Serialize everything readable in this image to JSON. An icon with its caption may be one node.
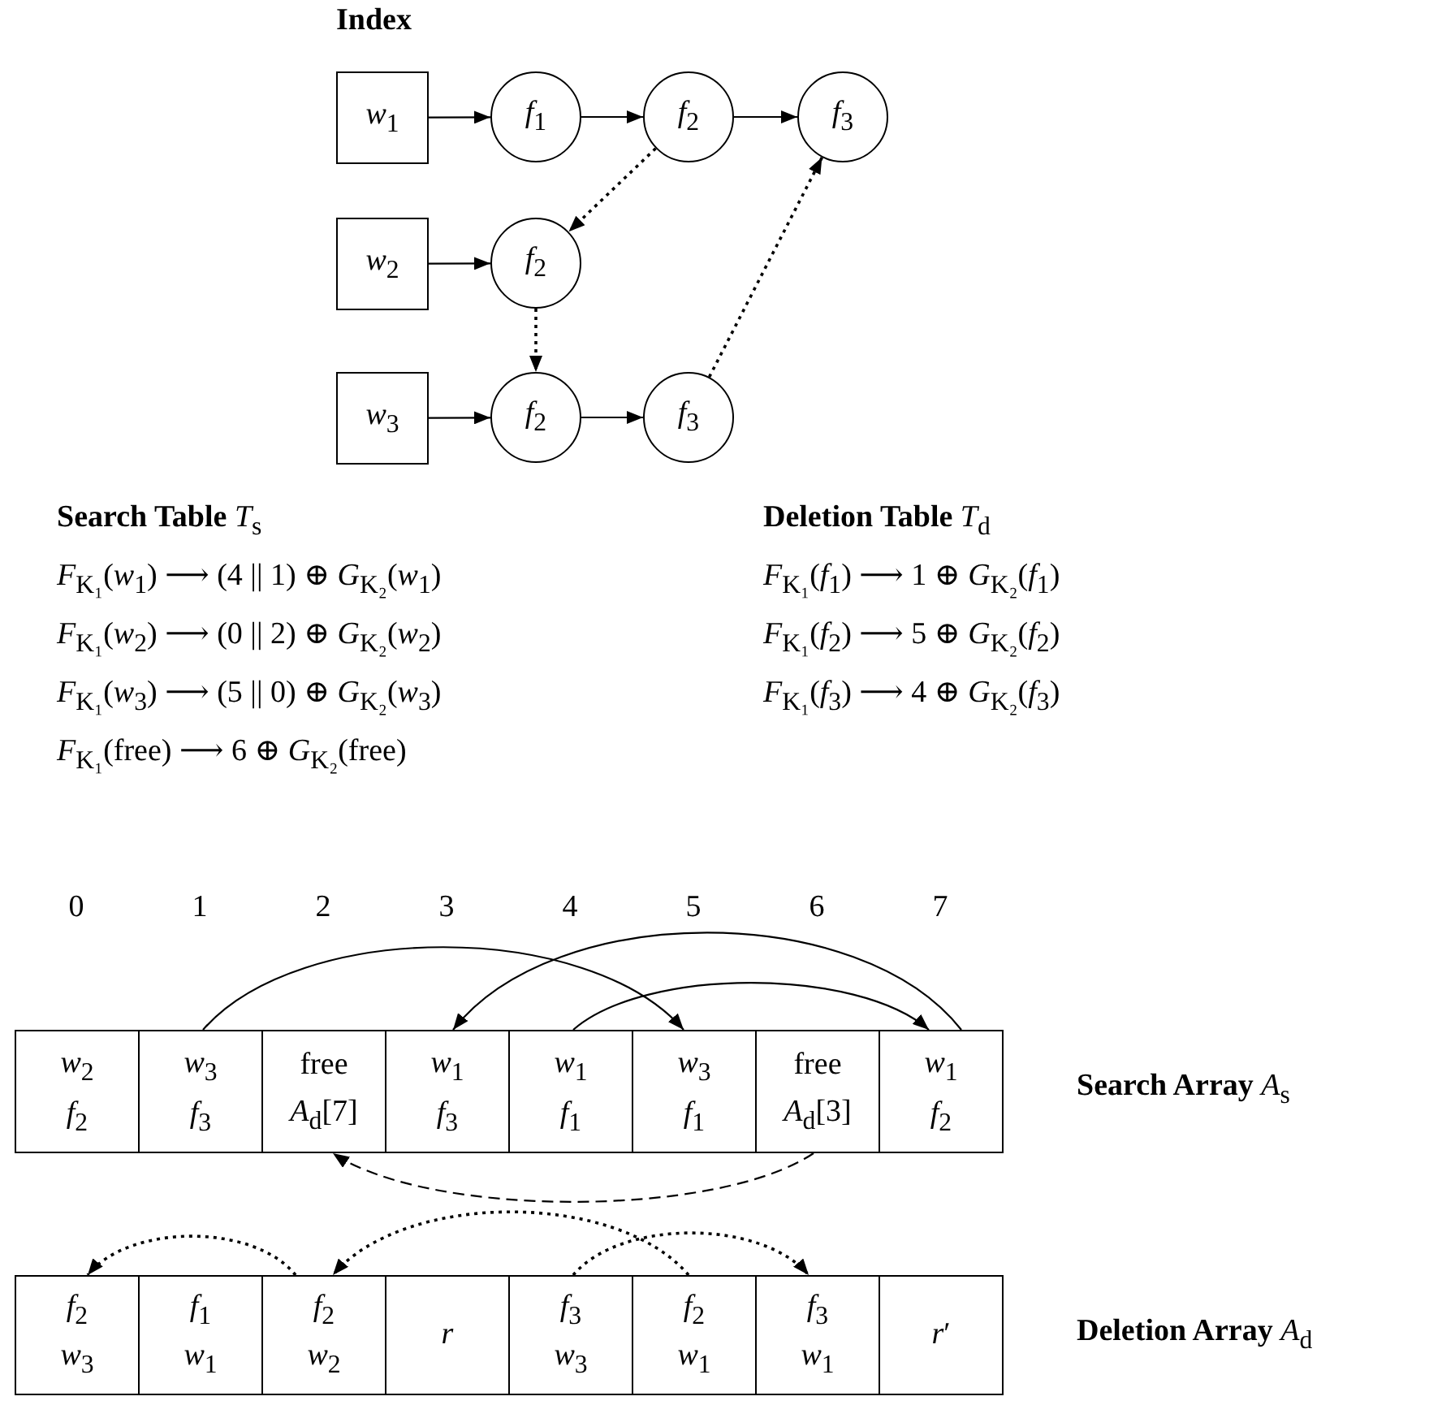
{
  "diagram": {
    "nodes": [
      {
        "text": [
          "*w*$_{1}$"
        ]
      },
      {
        "text": [
          "*f*$_{1}$"
        ]
      },
      {
        "text": [
          "*f*$_{2}$"
        ]
      },
      {
        "text": [
          "*f*$_{3}$"
        ]
      },
      {
        "text": [
          "*w*$_{2}$"
        ]
      },
      {
        "text": [
          "*f*$_{2}$"
        ]
      },
      {
        "text": [
          "*w*$_{3}$"
        ]
      },
      {
        "text": [
          "*f*$_{2}$"
        ]
      },
      {
        "text": [
          "*f*$_{3}$"
        ]
      },
      {
        "text": [
          "*w*$_{2}$",
          "*f*$_{2}$"
        ]
      },
      {
        "text": [
          "*w*$_{3}$",
          "*f*$_{3}$"
        ]
      },
      {
        "text": [
          "free",
          "*A*$_{d}$[7]"
        ]
      },
      {
        "text": [
          "*w*$_{1}$",
          "*f*$_{3}$"
        ]
      },
      {
        "text": [
          "*w*$_{1}$",
          "*f*$_{1}$"
        ]
      },
      {
        "text": [
          "*w*$_{3}$",
          "*f*$_{1}$"
        ]
      },
      {
        "text": [
          "free",
          "*A*$_{d}$[3]"
        ]
      },
      {
        "text": [
          "*w*$_{1}$",
          "*f*$_{2}$"
        ]
      },
      {
        "text": [
          "*f*$_{2}$",
          "*w*$_{3}$"
        ]
      },
      {
        "text": [
          "*f*$_{1}$",
          "*w*$_{1}$"
        ]
      },
      {
        "text": [
          "*f*$_{2}$",
          "*w*$_{2}$"
        ]
      },
      {
        "text": [
          "*r*"
        ]
      },
      {
        "text": [
          "*f*$_{3}$",
          "*w*$_{3}$"
        ]
      },
      {
        "text": [
          "*f*$_{2}$",
          "*w*$_{1}$"
        ]
      },
      {
        "text": [
          "*f*$_{3}$",
          "*w*$_{1}$"
        ]
      },
      {
        "text": [
          "*r*′"
        ]
      }
    ],
    "edges": [
      {
        "from": 0,
        "to": 1,
        "arrow": "to"
      },
      {
        "from": 1,
        "to": 2,
        "arrow": "to"
      },
      {
        "from": 2,
        "to": 3,
        "arrow": "to"
      },
      {
        "from": 2,
        "to": 5,
        "arrow": "to",
        "style": "dashed"
      },
      {
        "from": 4,
        "to": 5,
        "arrow": "to"
      },
      {
        "from": 5,
        "to": 7,
        "arrow": "to",
        "style": "dashed"
      },
      {
        "from": 6,
        "to": 7,
        "arrow": "to"
      },
      {
        "from": 7,
        "to": 8,
        "arrow": "to"
      },
      {
        "from": 8,
        "to": 3,
        "arrow": "to",
        "style": "dashed"
      },
      {
        "from": 10,
        "to": 14,
        "arrow": "to"
      },
      {
        "from": 16,
        "to": 12,
        "arrow": "to"
      },
      {
        "from": 13,
        "to": 16,
        "arrow": "to"
      },
      {
        "from": 15,
        "to": 11,
        "arrow": "to",
        "style": "dashed"
      },
      {
        "from": 19,
        "to": 17,
        "arrow": "to",
        "style": "dashed"
      },
      {
        "from": 22,
        "to": 19,
        "arrow": "to",
        "style": "dashed"
      },
      {
        "from": 21,
        "to": 23,
        "arrow": "to",
        "style": "dashed"
      }
    ],
    "labels": [
      "Index",
      "**Search Table** *T*$_{s}$",
      "*F*$_{K₁}$(*w*$_{1}$) ⟶ (4 || 1) ⊕ *G*$_{K₂}$(*w*$_{1}$)",
      "*F*$_{K₁}$(*w*$_{2}$) ⟶ (0 || 2) ⊕ *G*$_{K₂}$(*w*$_{2}$)",
      "*F*$_{K₁}$(*w*$_{3}$) ⟶ (5 || 0) ⊕ *G*$_{K₂}$(*w*$_{3}$)",
      "*F*$_{K₁}$(free) ⟶ 6 ⊕ *G*$_{K₂}$(free)",
      "**Deletion Table** *T*$_{d}$",
      "*F*$_{K₁}$(*f*$_{1}$) ⟶ 1 ⊕ *G*$_{K₂}$(*f*$_{1}$)",
      "*F*$_{K₁}$(*f*$_{2}$) ⟶ 5 ⊕ *G*$_{K₂}$(*f*$_{2}$)",
      "*F*$_{K₁}$(*f*$_{3}$) ⟶ 4 ⊕ *G*$_{K₂}$(*f*$_{3}$)",
      "0",
      "1",
      "2",
      "3",
      "4",
      "5",
      "6",
      "7",
      "**Search Array** *A*$_{s}$",
      "**Deletion Array** *A*$_{d}$"
    ]
  }
}
